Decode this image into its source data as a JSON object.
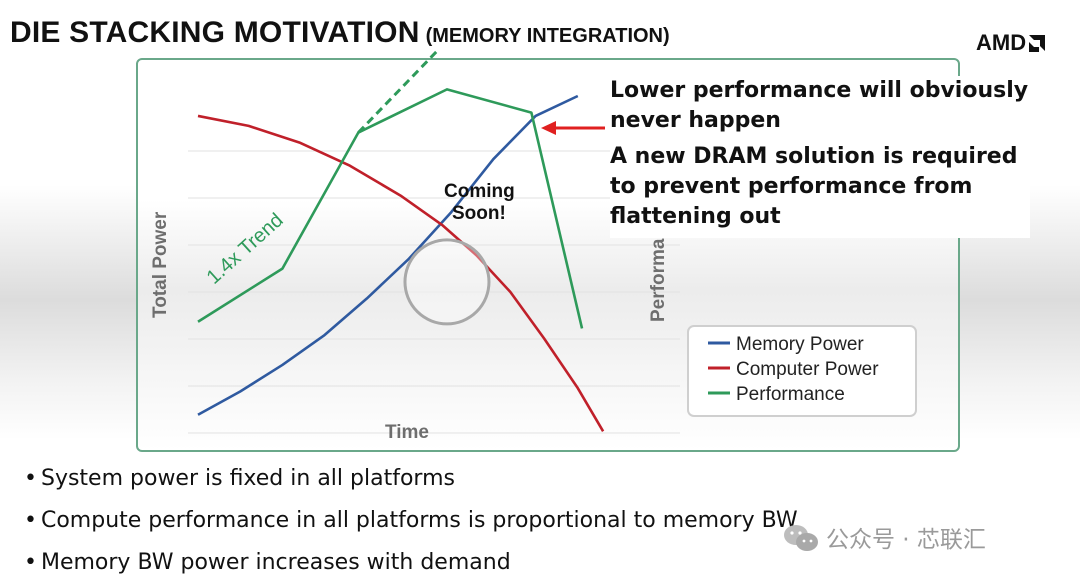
{
  "slide": {
    "title": "DIE STACKING MOTIVATION",
    "subtitle": "(MEMORY INTEGRATION)",
    "logo_text": "AMD",
    "note_lines": [
      "Lower performance will obviously never happen",
      "A new DRAM solution is required to prevent performance from flattening out"
    ],
    "bullets": [
      "System power is fixed in all platforms",
      "Compute performance in all platforms is proportional to memory BW",
      "Memory BW power increases with demand"
    ],
    "watermark": "公众号 · 芯联汇"
  },
  "chart_data": {
    "type": "line",
    "xlabel": "Time",
    "ylabel_left": "Total Power",
    "ylabel_right_visible": "Performa",
    "ylim": [
      0,
      100
    ],
    "xlim": [
      0,
      100
    ],
    "grid": "horizontal",
    "legend_position": "bottom-right",
    "series": [
      {
        "name": "Memory Power",
        "color": "#2f5aa0",
        "points": [
          [
            0,
            4
          ],
          [
            10,
            11
          ],
          [
            20,
            19
          ],
          [
            30,
            28
          ],
          [
            40,
            39
          ],
          [
            50,
            51
          ],
          [
            60,
            65
          ],
          [
            70,
            81
          ],
          [
            80,
            94
          ],
          [
            90,
            100
          ]
        ]
      },
      {
        "name": "Computer Power",
        "color": "#c0202a",
        "points": [
          [
            0,
            94
          ],
          [
            12,
            91
          ],
          [
            24,
            86
          ],
          [
            36,
            79
          ],
          [
            48,
            70
          ],
          [
            58,
            61
          ],
          [
            66,
            52
          ],
          [
            74,
            41
          ],
          [
            82,
            27
          ],
          [
            90,
            12
          ],
          [
            96,
            -1
          ]
        ]
      },
      {
        "name": "Performance",
        "color": "#2e9a5a",
        "points": [
          [
            0,
            32
          ],
          [
            20,
            48
          ],
          [
            38,
            89
          ],
          [
            59,
            102
          ],
          [
            79,
            95
          ],
          [
            91,
            30
          ]
        ]
      }
    ],
    "trend_line": {
      "label": "1.4x Trend",
      "color": "#2e9a5a",
      "points": [
        [
          38,
          89
        ],
        [
          57,
          114
        ]
      ]
    },
    "annotations": [
      {
        "text": "Coming",
        "x": 61,
        "y": 65
      },
      {
        "text": "Soon!",
        "x": 61,
        "y": 58
      },
      {
        "text": "1.4x Trend",
        "x": 11,
        "y": 48
      }
    ],
    "highlight_circle": {
      "x": 59,
      "y": 44
    }
  }
}
